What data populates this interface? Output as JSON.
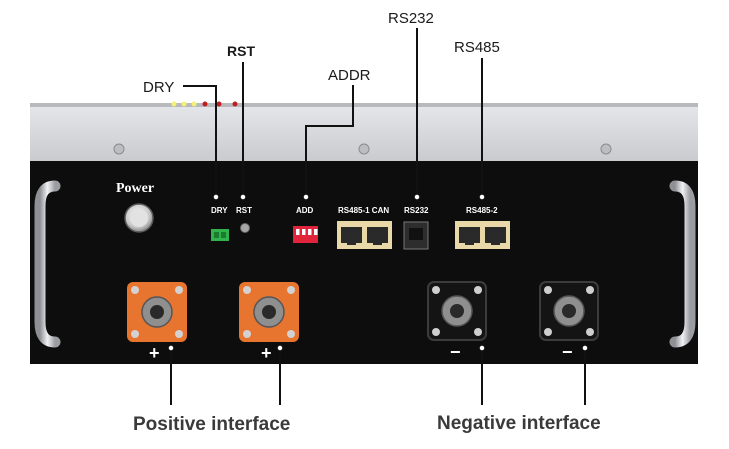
{
  "callouts": {
    "dry": "DRY",
    "rst": "RST",
    "addr": "ADDR",
    "rs232": "RS232",
    "rs485": "RS485"
  },
  "panel": {
    "power": "Power",
    "dry": "DRY",
    "rst": "RST",
    "add": "ADD",
    "rs485_can": "RS485-1 CAN",
    "rs232": "RS232",
    "rs485_2": "RS485-2",
    "plus_1": "+",
    "plus_2": "+",
    "minus_1": "−",
    "minus_2": "−"
  },
  "captions": {
    "positive": "Positive interface",
    "negative": "Negative interface"
  },
  "colors": {
    "panel": "#0d0d0d",
    "top_cover": "#d4d5d8",
    "positive_terminal": "#e8752f",
    "dry_connector": "#2fb34a",
    "dip_switch": "#e0243c",
    "ethernet_port": "#e9d9a8"
  }
}
